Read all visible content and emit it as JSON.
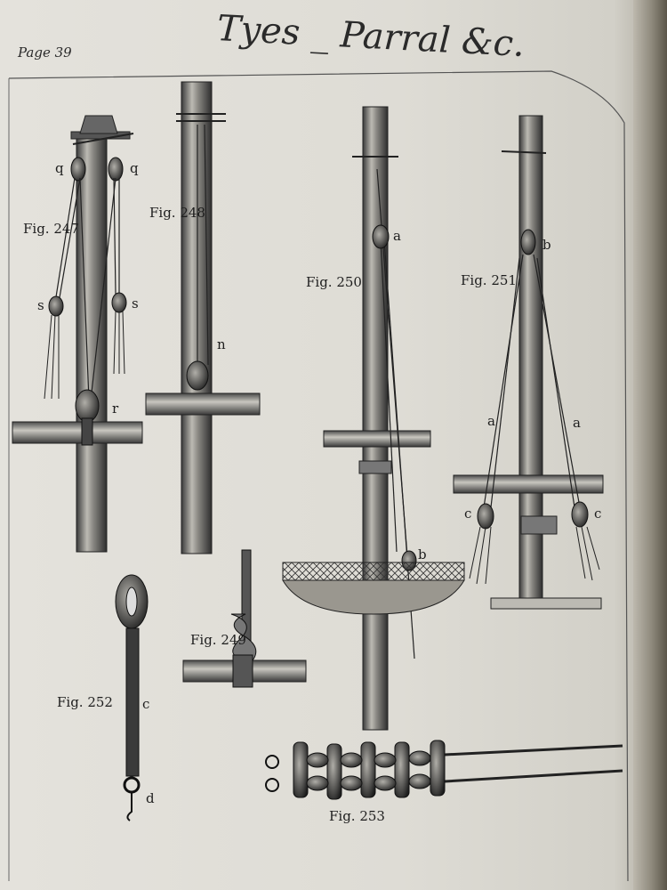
{
  "header": {
    "title": "Tyes _ Parral &c.",
    "page_number": "Page 39"
  },
  "figures": [
    {
      "id": "fig247",
      "label": "Fig. 247",
      "letters": [
        "q",
        "q",
        "s",
        "s",
        "r"
      ]
    },
    {
      "id": "fig248",
      "label": "Fig. 248",
      "letters": [
        "n"
      ]
    },
    {
      "id": "fig249",
      "label": "Fig. 249",
      "letters": []
    },
    {
      "id": "fig250",
      "label": "Fig. 250",
      "letters": [
        "a",
        "b"
      ]
    },
    {
      "id": "fig251",
      "label": "Fig. 251",
      "letters": [
        "b",
        "a",
        "a",
        "c",
        "c"
      ]
    },
    {
      "id": "fig252",
      "label": "Fig. 252",
      "letters": [
        "c",
        "d"
      ]
    },
    {
      "id": "fig253",
      "label": "Fig. 253",
      "letters": []
    }
  ],
  "colors": {
    "paper": "#e0ded7",
    "ink": "#1e1e1e"
  }
}
